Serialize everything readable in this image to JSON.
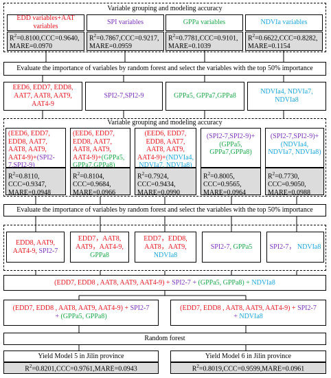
{
  "s1": {
    "title": "Variable grouping and modeling accuracy",
    "heads": [
      "EDD variables+AAT variables",
      "SPI variables",
      "GPPa variables",
      "NDVIa variables"
    ],
    "accs": [
      {
        "a": "=0.8100,CCC=0.9640,",
        "b": "MARE=0.0970"
      },
      {
        "a": "=0.7867,CCC=0.9217,",
        "b": "MARE=0.0959"
      },
      {
        "a": "=0.7781,CCC=0.9101,",
        "b": "MARE=0.1039"
      },
      {
        "a": "=0.6622,CCC=0.8282,",
        "b": "MARE=0.1154"
      }
    ]
  },
  "r2": "R",
  "sup2": "2",
  "eval": "Evaluate the importance of variables by random forest and select the variables with the top 50% importance",
  "sel1": [
    "EED6, EDD7, EDD8, AAT7, AAT8, AAT9, AAT4-9",
    "SPI2-7,SPI2-9",
    "GPPa5, GPPa7,GPPa8",
    "NDVIa4, NDVIa7, NDVIa8"
  ],
  "s2": {
    "title": "Variable grouping and modeling accuracy",
    "c1": {
      "red": "(EED6, EDD7, EDD8, AAT7, AAT8, AAT9, AAT4-9)+",
      "pur": "(SPI2-7,SPI2-9)"
    },
    "c2": {
      "red": "(EED6, EDD7, EDD8, AAT7, AAT8, AAT9, AAT4-9)+",
      "grn": "(GPPa5, GPPa7,GPPa8)"
    },
    "c3": {
      "red": "(EED6, EDD7, EDD8, AAT7, AAT8, AAT9, AAT4-9)+",
      "cyn": "(NDVIa4, NDVIa7, NDVIa8)"
    },
    "c4": {
      "pur": "(SPI2-7,SPI2-9)+",
      "grn": "(GPPa5, GPPa7,GPPa8)"
    },
    "c5": {
      "pur": "(SPI2-7,SPI2-9)+",
      "cyn": "(NDVIa4, NDVIa7, NDVIa8)"
    },
    "accs": [
      {
        "a": "=0.8110,",
        "b": "CCC=0.9347,",
        "c": "MARE=0.0948"
      },
      {
        "a": "=0.8104,",
        "b": "CCC=0.9684,",
        "c": "MARE=0.0966"
      },
      {
        "a": "=0.7924,",
        "b": "CCC=0.9434,",
        "c": "MARE=0.0990"
      },
      {
        "a": "=0.8005,",
        "b": "CCC=0.9565,",
        "c": "MARE=0.0964"
      },
      {
        "a": "=0.7730,",
        "b": "CCC=0.9050,",
        "c": "MARE=0.0988"
      }
    ]
  },
  "sel2": {
    "c1": {
      "red": "EDD8, AAT9, AAT4-9,",
      "pur": "SPI2-7"
    },
    "c2": {
      "red": "EDD7，AAT8, AAT9，AAT4-9,",
      "grn": "GPPa8"
    },
    "c3": {
      "red": "EDD7，EDD8, AAT8，AAT9,",
      "cyn": "NDVIa8"
    },
    "c4": {
      "pur": "SPI2-7,",
      "grn": "GPPa5"
    },
    "c5": {
      "pur": "SPI2-7，",
      "cyn": "NDVIa8"
    }
  },
  "combo": {
    "red": "(EDD7, EDD8 , AAT8, AAT9, AAT4-9) +",
    "pur": "SPI2-7 +",
    "grn": "(GPPa5, GPPa8) +",
    "cyn": "NDVIa8"
  },
  "left": {
    "red": "(EDD7, EDD8 , AAT8, AAT9, AAT4-9) +",
    "pur": "SPI2-7 +",
    "grn": "(GPPa5, GPPa8)"
  },
  "right": {
    "red": "(EDD7, EDD8 , AAT8, AAT9, AAT4-9) +",
    "pur": "SPI2-7 +",
    "cyn": "NDVIa8"
  },
  "rf": "Random forest",
  "ym5": {
    "title": "Yield Model 5 in Jilin province",
    "acc": "=0.8201,CCC=0.9761,MARE=0.0943"
  },
  "ym6": {
    "title": "Yield Model 6 in Jilin province",
    "acc": "=0.8019,CCC=0.9599,MARE=0.0961"
  }
}
